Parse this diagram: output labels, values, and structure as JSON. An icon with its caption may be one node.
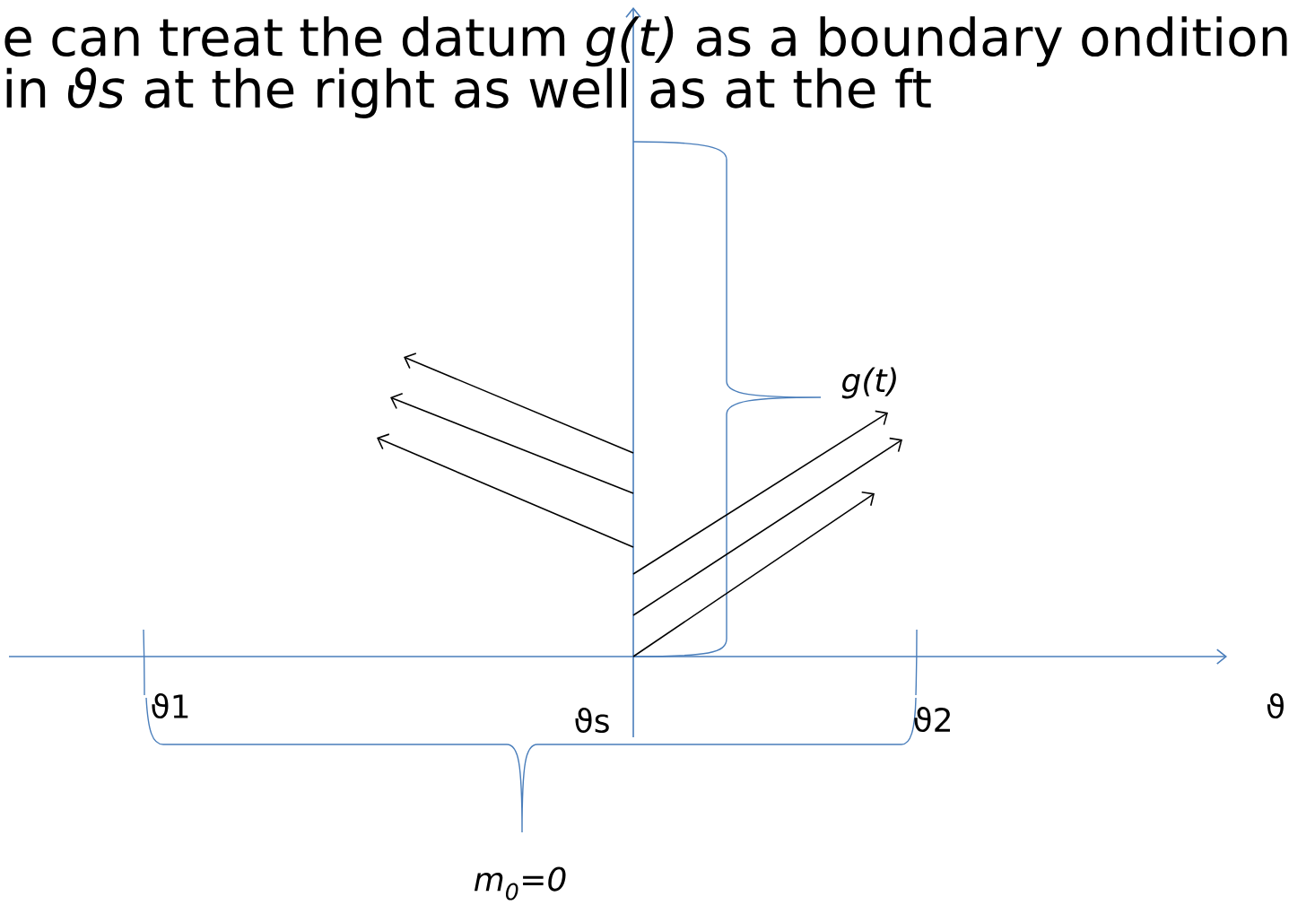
{
  "diagram": {
    "title": "e can treat the datum *g(t)* as a boundary ondition in *ϑs* at the right as well as at the ft",
    "labels": [
      "g(t)",
      "ϑ1",
      "ϑs",
      "ϑ2",
      "ϑ",
      "m$_{0}$=0"
    ]
  }
}
